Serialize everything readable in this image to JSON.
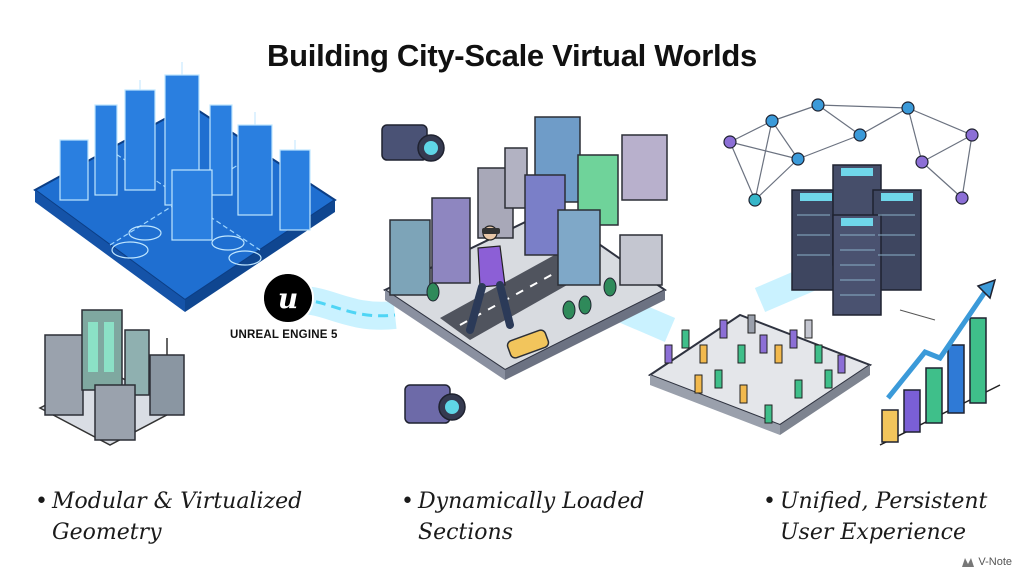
{
  "slide": {
    "title": "Building City-Scale Virtual Worlds",
    "bullets": [
      {
        "marker": "•",
        "line1": "Modular & Virtualized",
        "line2": "Geometry"
      },
      {
        "marker": "•",
        "line1": "Dynamically Loaded",
        "line2": "Sections"
      },
      {
        "marker": "•",
        "line1": "Unified, Persistent",
        "line2": "User Experience"
      }
    ],
    "logo_label": "UNREAL ENGINE 5",
    "watermark": "V-Note"
  },
  "illustrations": {
    "left": [
      "blueprint-city-icon",
      "modular-buildings-icon",
      "unreal-engine-logo"
    ],
    "center": [
      "vr-user-walking-icon",
      "streaming-city-block-icon",
      "camera-icon",
      "camera-icon"
    ],
    "right": [
      "network-mesh-icon",
      "server-racks-icon",
      "crowd-platform-icon",
      "growth-chart-icon"
    ]
  },
  "colors": {
    "blueprint": "#1f6fd1",
    "blueprint_line": "#9fd6ff",
    "glow": "#5ee6ff",
    "purple": "#8c6fd6",
    "green": "#3fbf8a",
    "slate": "#4a5270",
    "text": "#111111"
  }
}
